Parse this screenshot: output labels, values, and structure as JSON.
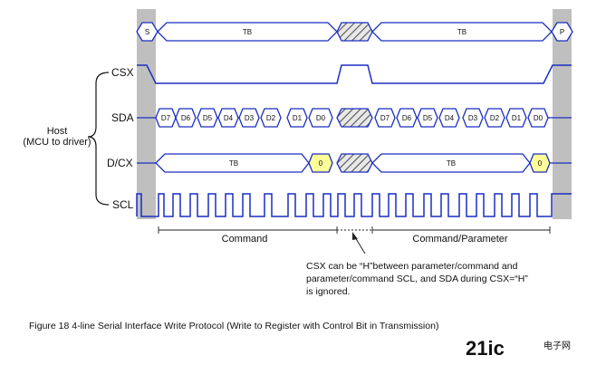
{
  "signals": [
    "CSX",
    "SDA",
    "D/CX",
    "SCL"
  ],
  "host": {
    "line1": "Host",
    "line2": "(MCU to driver)"
  },
  "bus": {
    "start": "S",
    "stop": "P",
    "byte": "TB",
    "dcx_value": "0"
  },
  "data_bits": [
    "D7",
    "D6",
    "D5",
    "D4",
    "D3",
    "D2",
    "D1",
    "D0"
  ],
  "phases": {
    "first": "Command",
    "second": "Command/Parameter"
  },
  "note": {
    "line1": "CSX can be “H”between parameter/command and",
    "line2": "parameter/command SCL, and SDA during CSX=“H”",
    "line3": "is ignored."
  },
  "caption": "Figure 18 4-line Serial Interface Write Protocol (Write to Register with Control Bit in Transmission)",
  "watermark": {
    "main": "21ic",
    "sub": "电子网"
  },
  "colors": {
    "signal": "#1a2fc0",
    "highlight": "#ffff99",
    "shade": "#bfbfbf",
    "hatch": "#555555"
  }
}
